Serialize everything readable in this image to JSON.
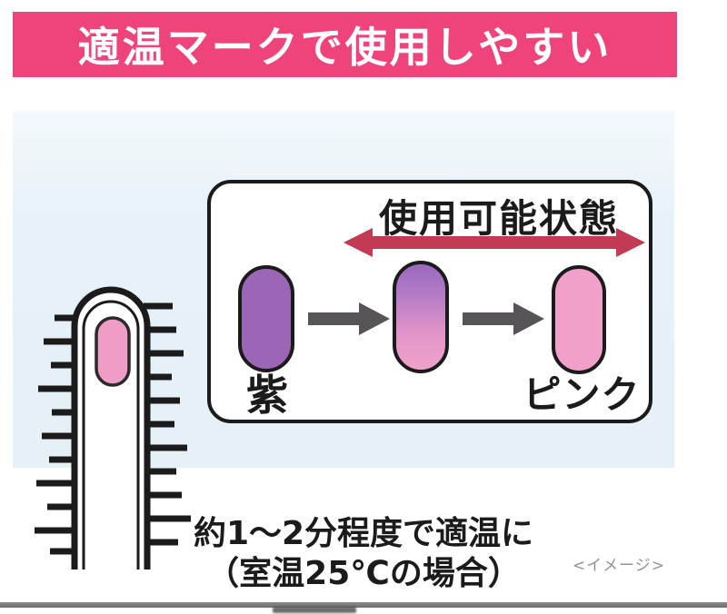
{
  "banner": {
    "title": "適温マークで使用しやすい",
    "bg_color": "#ef4479",
    "text_color": "#ffffff"
  },
  "panel": {
    "bg_color": "#e9f2f8",
    "caption": "<イメージ>",
    "brush": {
      "indicator_color": "#ef9cc7",
      "body_color": "#ffffff",
      "outline_color": "#1b1b1b"
    },
    "diagram": {
      "title": "使用可能状態",
      "range_arrow_color": "#c23a53",
      "flow_arrow_color": "#585356",
      "states": [
        {
          "label": "紫",
          "fill": "#9c66b6",
          "type": "solid"
        },
        {
          "label": "",
          "type": "gradient",
          "gradient_from": "#9a68c0",
          "gradient_to": "#f0a2ca"
        },
        {
          "label": "ピンク",
          "fill": "#f0a0c9",
          "type": "solid"
        }
      ]
    }
  },
  "footer": {
    "line1": "約1〜2分程度で適温に",
    "line2": "（室温25℃の場合）"
  }
}
